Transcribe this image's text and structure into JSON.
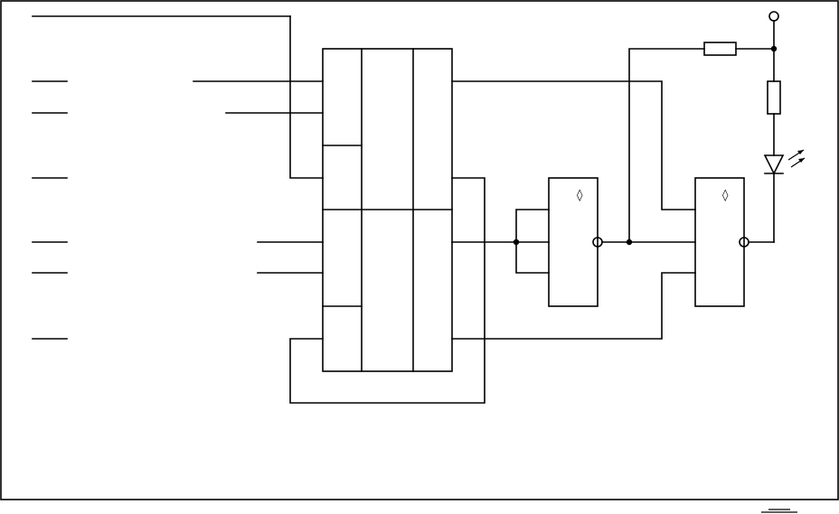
{
  "diagram": {
    "gate_symbols": [
      "◊",
      "◊"
    ],
    "colors": {
      "line": "#000000",
      "background": "#ffffff"
    },
    "components": [
      "resistor",
      "resistor",
      "led",
      "inverter-gate",
      "inverter-gate",
      "multiplexer-block"
    ]
  }
}
